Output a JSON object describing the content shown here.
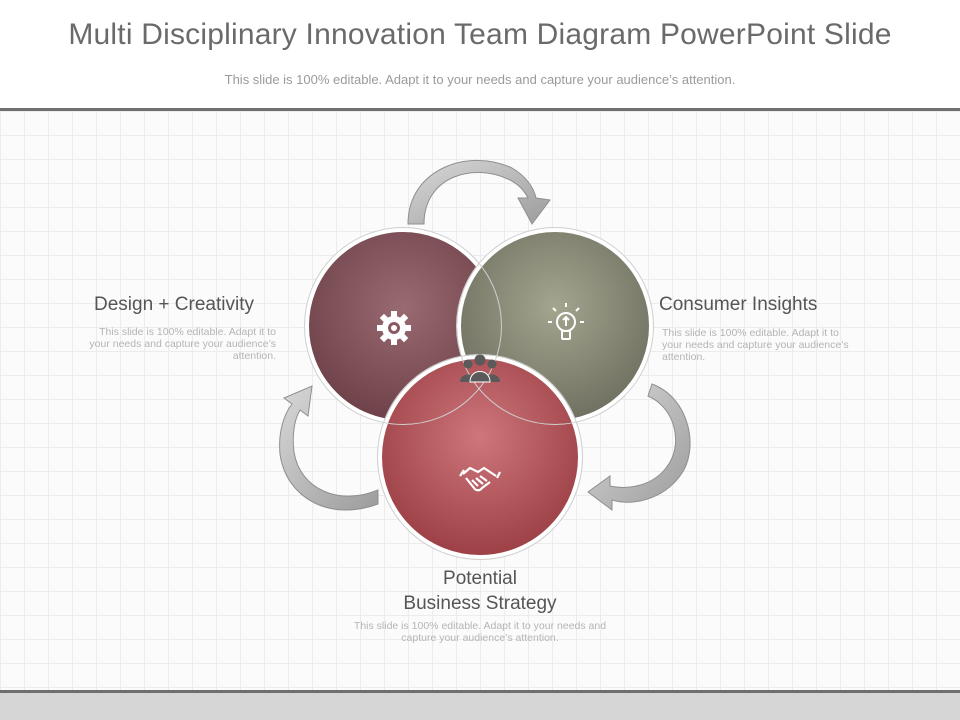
{
  "slide": {
    "title": "Multi Disciplinary Innovation Team Diagram PowerPoint Slide",
    "subtitle": "This slide is 100% editable. Adapt it to your needs and capture your audience’s attention."
  },
  "venn": {
    "center_icon": "team-icon",
    "circles": [
      {
        "label": "Design + Creativity",
        "icon": "gear-icon",
        "color": "#8a5a62",
        "description": "This slide is 100% editable. Adapt it to your needs and capture your audience’s attention."
      },
      {
        "label": "Consumer Insights",
        "icon": "lightbulb-icon",
        "color": "#8e8f79",
        "description": "This slide is 100% editable. Adapt it to your needs and capture your audience’s attention."
      },
      {
        "label_line1": "Potential",
        "label_line2": "Business Strategy",
        "icon": "handshake-icon",
        "color": "#b85a60",
        "description": "This slide is 100% editable. Adapt it to your needs and capture your audience’s attention."
      }
    ]
  },
  "colors": {
    "arrow": "#b9b9b9",
    "rule": "#6f6f6f",
    "title_text": "#6a6a6a"
  }
}
